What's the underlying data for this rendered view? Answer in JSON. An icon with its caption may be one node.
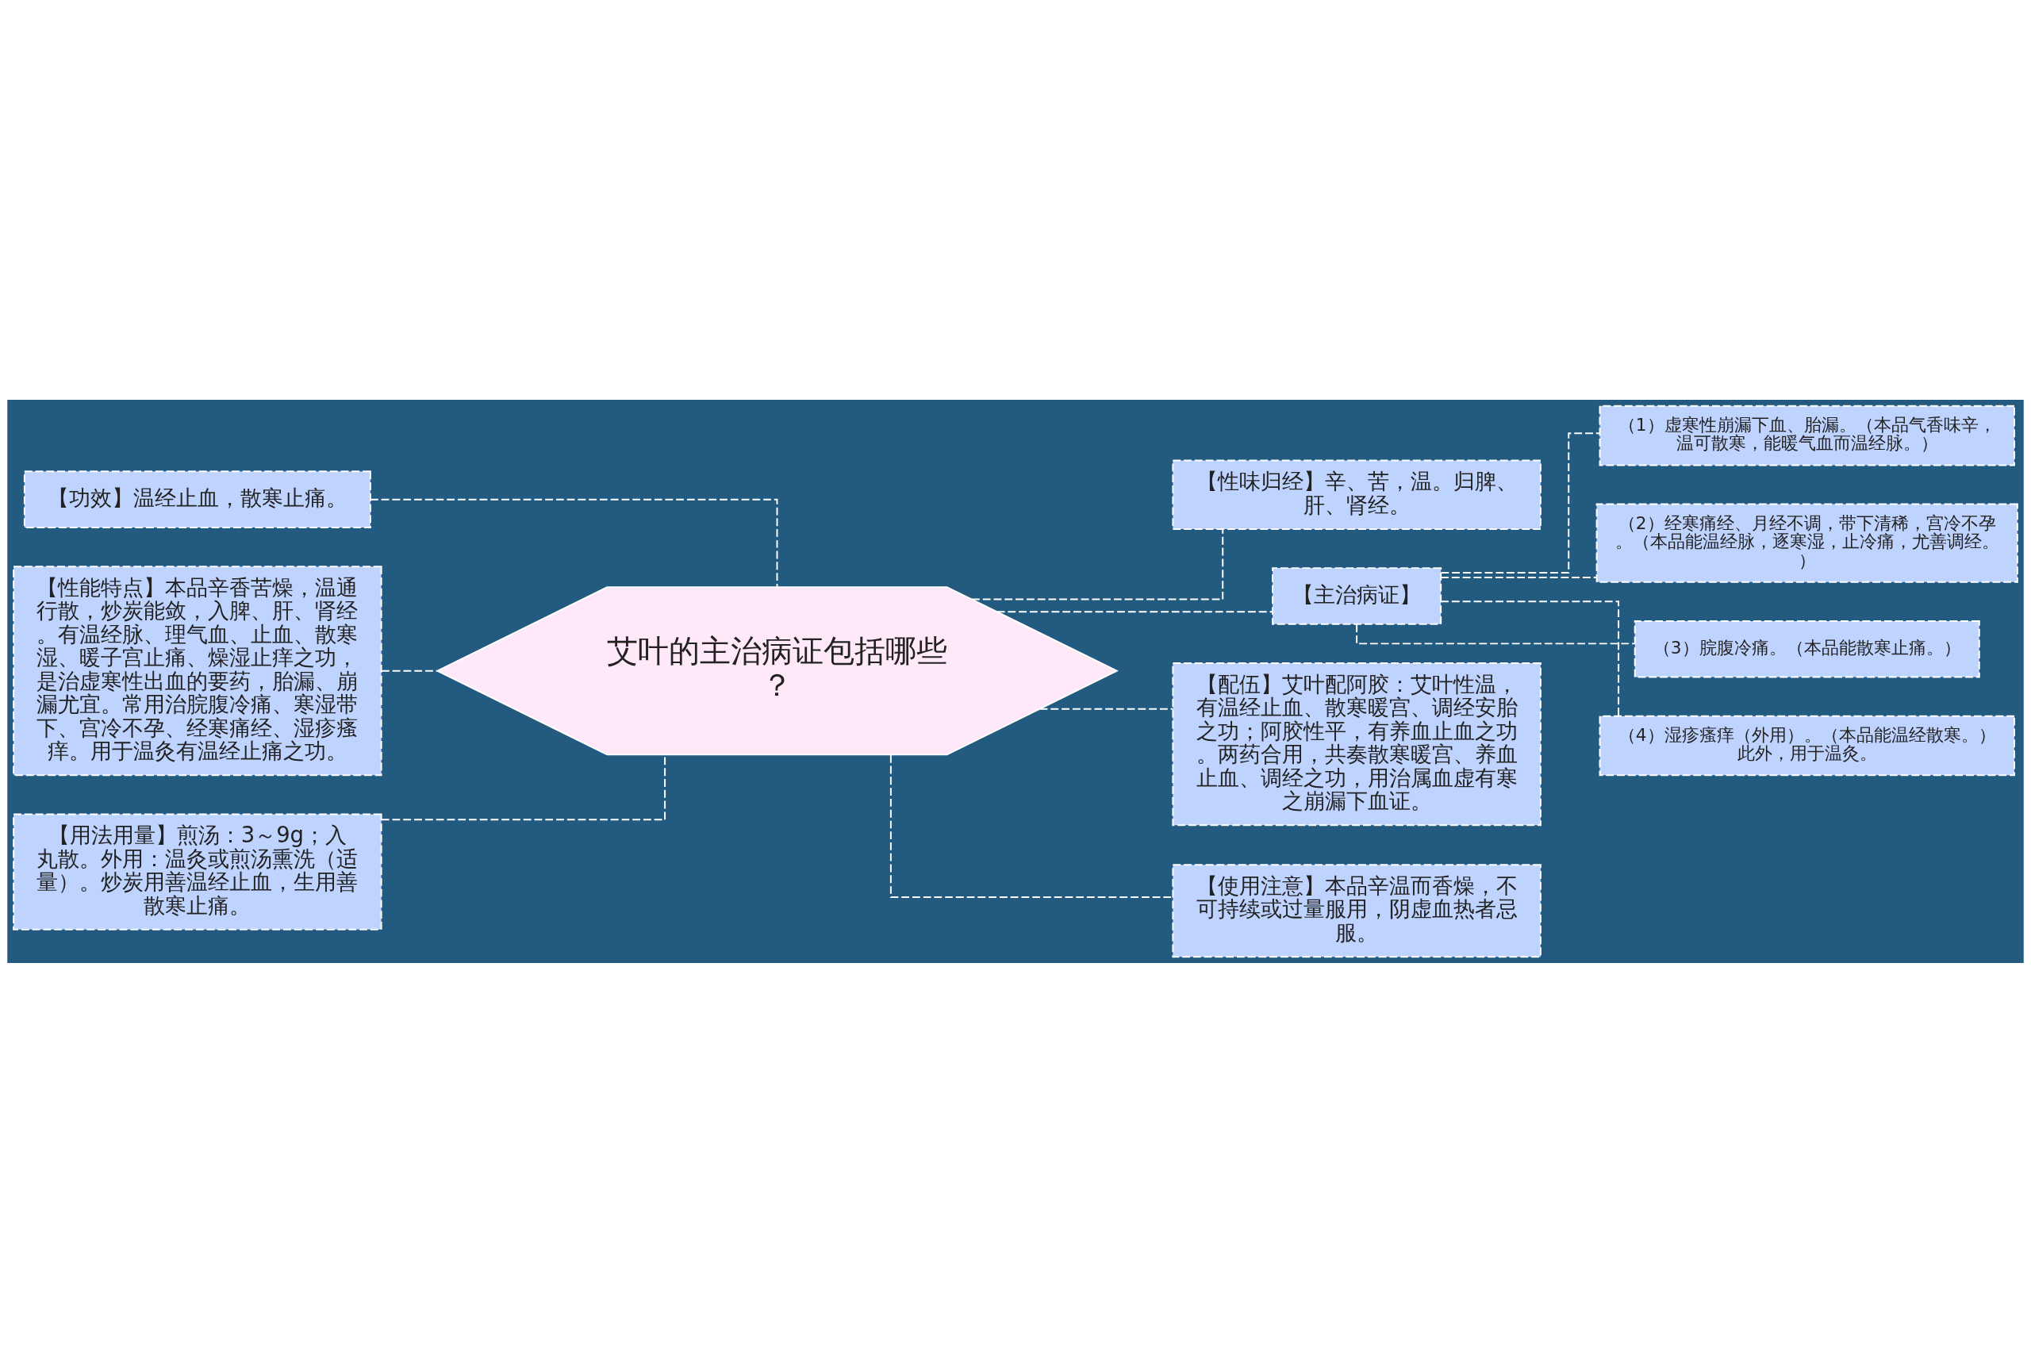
{
  "diagram": {
    "nodes": [
      {
        "text": [
          "艾叶的主治病证包括哪些？"
        ]
      },
      {
        "text": [
          "【功效】温经止血，散寒止痛。"
        ]
      },
      {
        "text": [
          "【性能特点】本品辛香苦燥，温通行散，炒炭能敛，入脾、肝、肾经。有温经脉、理气血、止血、散寒湿、暖子宫止痛、燥湿止痒之功，是治虚寒性出血的要药，胎漏、崩漏尤宜。常用治脘腹冷痛、寒湿带下、宫冷不孕、经寒痛经、湿疹瘙痒。用于温灸有温经止痛之功。"
        ]
      },
      {
        "text": [
          "【用法用量】煎汤：3～9g；入丸散。外用：温灸或煎汤熏洗（适量）。炒炭用善温经止血，生用善散寒止痛。"
        ]
      },
      {
        "text": [
          "【性味归经】辛、苦，温。归脾、肝、肾经。"
        ]
      },
      {
        "text": [
          "【主治病证】"
        ]
      },
      {
        "text": [
          "（1）虚寒性崩漏下血、胎漏。（本品气香味辛，温可散寒，能暖气血而温经脉。）"
        ]
      },
      {
        "text": [
          "（2）经寒痛经、月经不调，带下清稀，宫冷不孕。（本品能温经脉，逐寒湿，止冷痛，尤善调经。）"
        ]
      },
      {
        "text": [
          "（3）脘腹冷痛。（本品能散寒止痛。）"
        ]
      },
      {
        "text": [
          "（4）湿疹瘙痒（外用）。（本品能温经散寒。）此外，用于温灸。"
        ]
      },
      {
        "text": [
          "【配伍】艾叶配阿胶：艾叶性温，有温经止血、散寒暖宫、调经安胎之功；阿胶性平，有养血止血之功。两药合用，共奏散寒暖宫、养血止血、调经之功，用治属血虚有寒之崩漏下血证。"
        ]
      },
      {
        "text": [
          "【使用注意】本品辛温而香燥，不可持续或过量服用，阴虚血热者忌服。"
        ]
      }
    ],
    "edges": [
      {
        "from": 0,
        "to": 1,
        "arrow": "none",
        "style": "dashed"
      },
      {
        "from": 0,
        "to": 2,
        "arrow": "none",
        "style": "dashed"
      },
      {
        "from": 0,
        "to": 3,
        "arrow": "none",
        "style": "dashed"
      },
      {
        "from": 0,
        "to": 4,
        "arrow": "none",
        "style": "dashed"
      },
      {
        "from": 0,
        "to": 5,
        "arrow": "none",
        "style": "dashed"
      },
      {
        "from": 5,
        "to": 6,
        "arrow": "none",
        "style": "dashed"
      },
      {
        "from": 5,
        "to": 7,
        "arrow": "none",
        "style": "dashed"
      },
      {
        "from": 5,
        "to": 8,
        "arrow": "none",
        "style": "dashed"
      },
      {
        "from": 5,
        "to": 9,
        "arrow": "none",
        "style": "dashed"
      },
      {
        "from": 0,
        "to": 10,
        "arrow": "none",
        "style": "dashed"
      },
      {
        "from": 0,
        "to": 11,
        "arrow": "none",
        "style": "dashed"
      }
    ]
  }
}
